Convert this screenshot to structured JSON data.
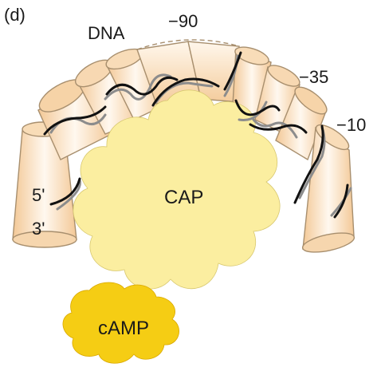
{
  "panel_label": "(d)",
  "labels": {
    "dna": "DNA",
    "pos_minus90": "−90",
    "pos_minus35": "−35",
    "pos_minus10": "−10",
    "five_prime": "5'",
    "three_prime": "3'",
    "cap": "CAP",
    "camp": "cAMP"
  },
  "colors": {
    "dna_fill": "#fbe3c4",
    "dna_edge": "#a88f6e",
    "cap_fill": "#fbeea0",
    "camp_fill": "#f5cd14",
    "strand_dark": "#111111",
    "strand_light": "#8c8c8c"
  }
}
